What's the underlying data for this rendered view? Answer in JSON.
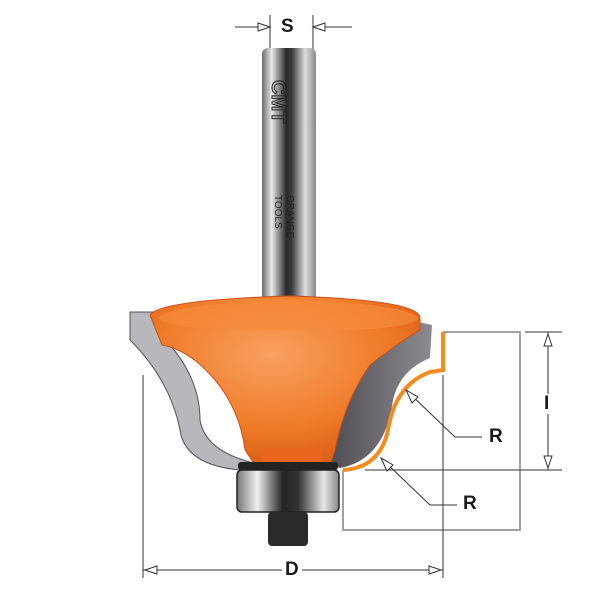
{
  "diagram": {
    "dimension_labels": {
      "shank": "S",
      "depth": "I",
      "radius_upper": "R",
      "radius_lower": "R",
      "diameter": "D"
    },
    "brand_mark": {
      "logo": "CMT",
      "line1": "ORANGE",
      "line2": "TOOLS"
    },
    "colors": {
      "body": "#f07c2a",
      "profile": "#f28c1e",
      "cutter": "#8a8a90",
      "shank": "#c9c9c9",
      "dimension_lines": "#333333",
      "workpiece_outline": "#a0a0a0"
    }
  }
}
